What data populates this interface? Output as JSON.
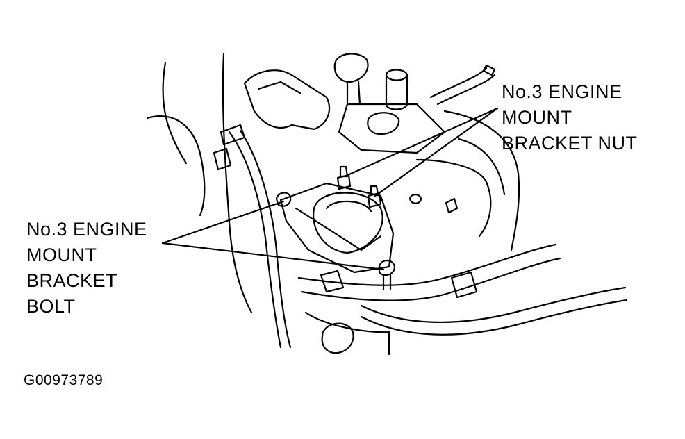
{
  "callouts": {
    "nut": {
      "lines": [
        "No.3 ENGINE",
        "MOUNT",
        "BRACKET NUT"
      ]
    },
    "bolt": {
      "lines": [
        "No.3 ENGINE",
        "MOUNT",
        "BRACKET",
        "BOLT"
      ]
    }
  },
  "figure_id": "G00973789",
  "colors": {
    "ink": "#000000",
    "paper": "#ffffff"
  }
}
